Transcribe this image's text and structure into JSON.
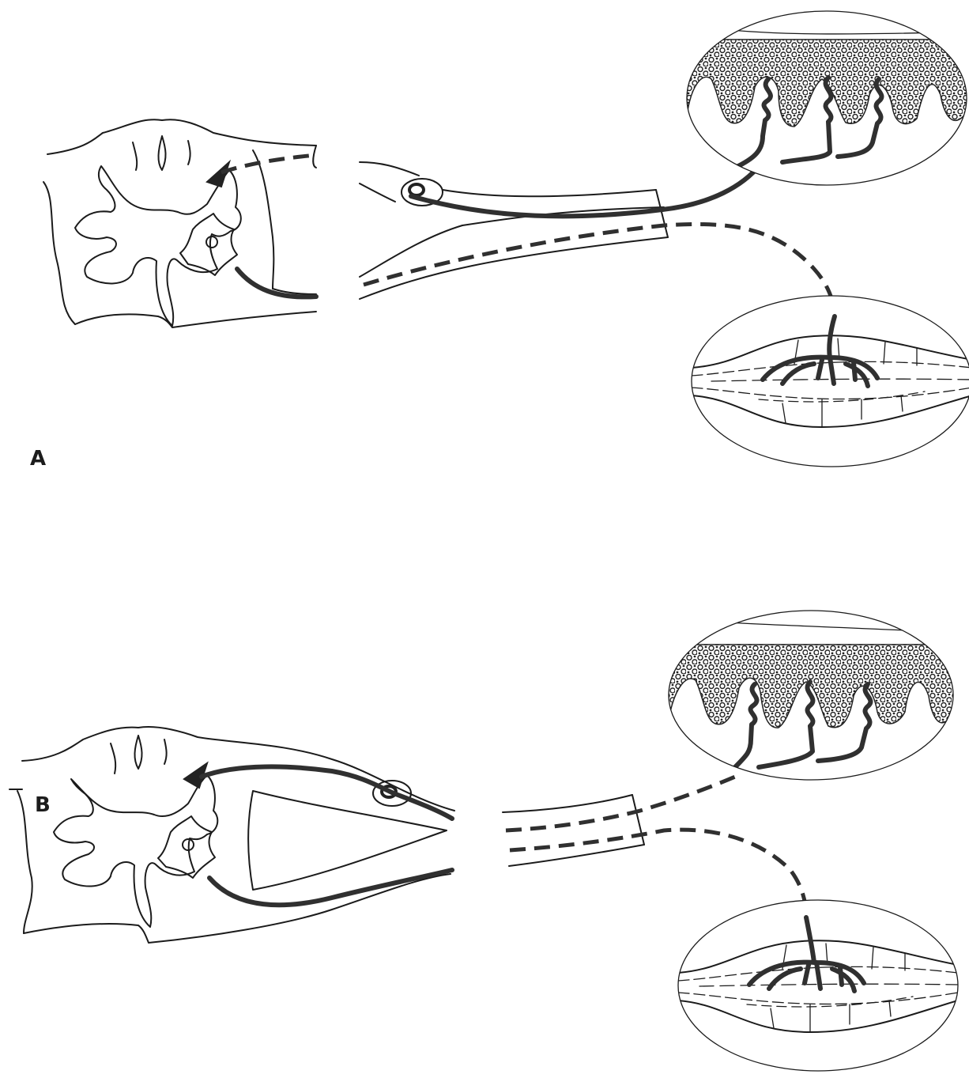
{
  "panels": [
    {
      "id": "A",
      "label": "A"
    },
    {
      "id": "B",
      "label": "B"
    }
  ],
  "colors": {
    "ink": "#1b1b1b",
    "fiber": "#303030",
    "background": "#ffffff"
  }
}
